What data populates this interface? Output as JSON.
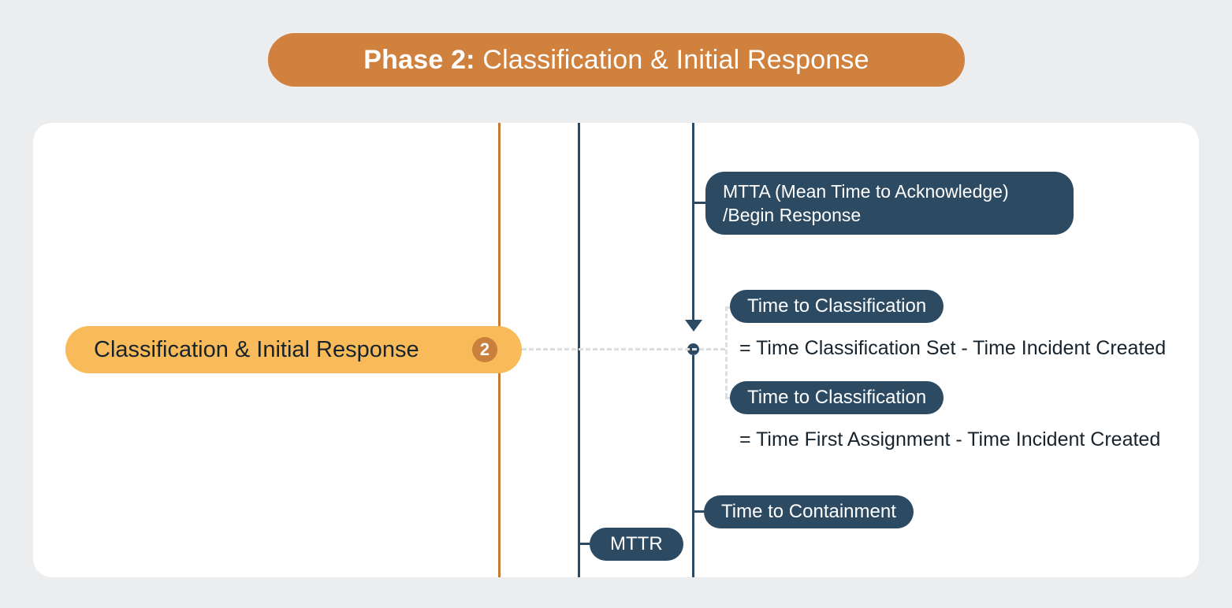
{
  "header": {
    "phase_label": "Phase 2:",
    "phase_title": " Classification & Initial Response"
  },
  "diagram": {
    "main_node": {
      "label": "Classification & Initial Response",
      "badge": "2"
    },
    "mtta_node": {
      "line1": "MTTA (Mean Time to Acknowledge)",
      "line2": "/Begin Response"
    },
    "classification_1": {
      "label": "Time to Classification",
      "formula": "= Time Classification Set - Time Incident Created"
    },
    "classification_2": {
      "label": "Time to Classification",
      "formula": "= Time First Assignment - Time Incident Created"
    },
    "containment_node": {
      "label": "Time to Containment"
    },
    "mttr_node": {
      "label": "MTTR"
    }
  },
  "colors": {
    "background": "#ECEDEF",
    "card": "#FFFFFF",
    "header_orange": "#D0813E",
    "timeline_orange": "#C67B35",
    "navy": "#2D4A63",
    "node_yellow": "#F9BB59",
    "badge_orange": "#C8803C",
    "dashed_gray": "#DCDEE0",
    "text_dark": "#17242E"
  }
}
